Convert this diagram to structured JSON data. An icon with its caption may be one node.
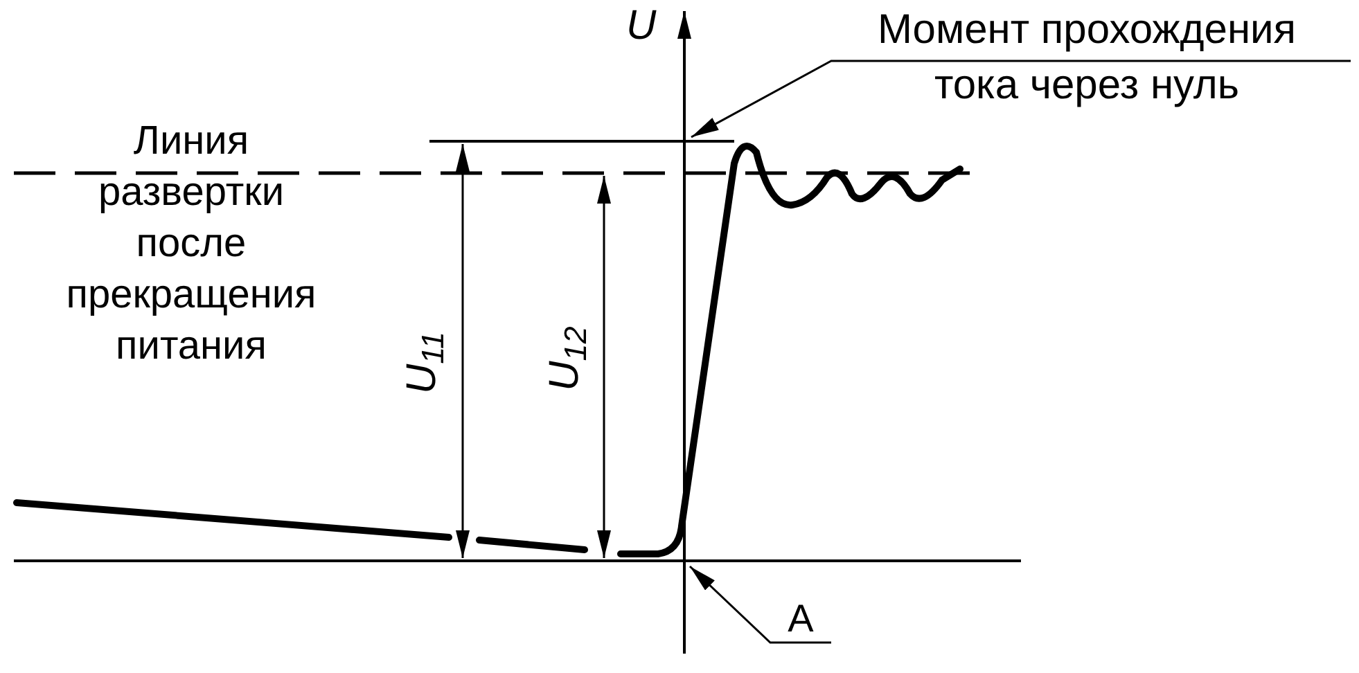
{
  "diagram": {
    "nodes": [
      {
        "text": [
          "Момент прохождения тока через нуль"
        ]
      },
      {
        "text": [
          "А"
        ]
      }
    ],
    "edges": [
      {
        "from": 0,
        "to": null,
        "arrow": "to"
      },
      {
        "from": 1,
        "to": null,
        "arrow": "to"
      }
    ],
    "labels": [
      "U",
      "Линия развертки после прекращения питания",
      "U$_{11}$",
      "U$_{12}$"
    ]
  }
}
